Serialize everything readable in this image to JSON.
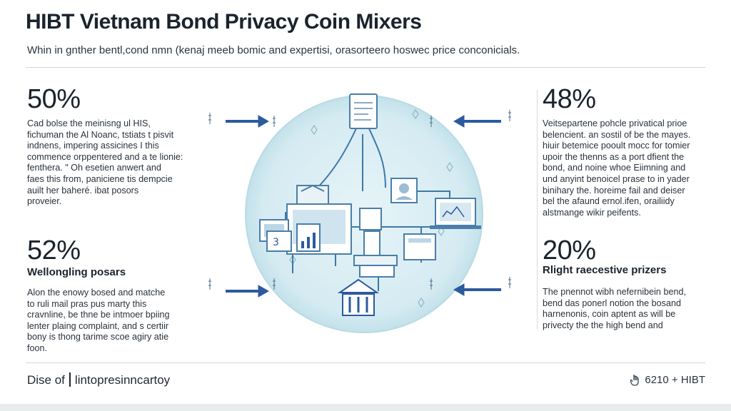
{
  "header": {
    "title": "HIBT Vietnam Bond Privacy Coin Mixers",
    "subtitle": "Whin in gnther bentl,cond nmn (kenaj meeb bomic and expertisi, orasorteero hoswec price conconicials."
  },
  "left_top": {
    "stat": "50%",
    "lines": [
      "Cad bolse the meinisng ul HIS,",
      "fichuman the Al Noanc, tstiats t pisvit",
      "indnens, impering assicines I this",
      "commence orppentered and a te lionie:",
      "fenthera. \" Oh esetien anwert and",
      "faes this from, paniciene tis dempcie",
      "auilt her baheré. ibat posors",
      "proveier."
    ]
  },
  "left_bottom": {
    "stat": "52%",
    "heading": "Wellongling posars",
    "lines": [
      "Alon the enowy bosed and matche",
      "to ruli mail pras pus marty this",
      "cravnline, be thne be intmoer bpiing",
      "lenter plaing complaint, and s certiir",
      "bony is thong tarime scoe agiry atie",
      "foon."
    ]
  },
  "right_top": {
    "stat": "48%",
    "lines": [
      "Veitsepartene pohcle privatical prioe",
      "belencient. an sostil of be the mayes.",
      "hiuir betemice pooult mocc for tomier",
      "upoir the thenns as a port dfient the",
      "bond, and noine whoe Eiimning and",
      "und anyint benoicel prase to in yader",
      "binihary the. horeime fail and deiser",
      "bel the afaund ernol.ifen, orailiidy",
      "alstmange wikir peifents."
    ]
  },
  "right_bottom": {
    "stat": "20%",
    "heading": "Rlight raecestive prizers",
    "lines": [
      "The pnennot wibh nefernibein bend,",
      "bend das ponerl notion the bosand",
      "harnenonis, coin aptent as will be",
      "privecty the the high bend and"
    ]
  },
  "footer": {
    "left_a": "Dise of",
    "left_b": "lintopresinncartoy",
    "right": "6210 + HIBT",
    "right_icon": "hand-icon"
  },
  "colors": {
    "circle_fill": "#d7edf3",
    "circle_edge": "#b9dbe5",
    "arrow_blue": "#2c5a9e",
    "line_blue": "#3d79a6"
  }
}
